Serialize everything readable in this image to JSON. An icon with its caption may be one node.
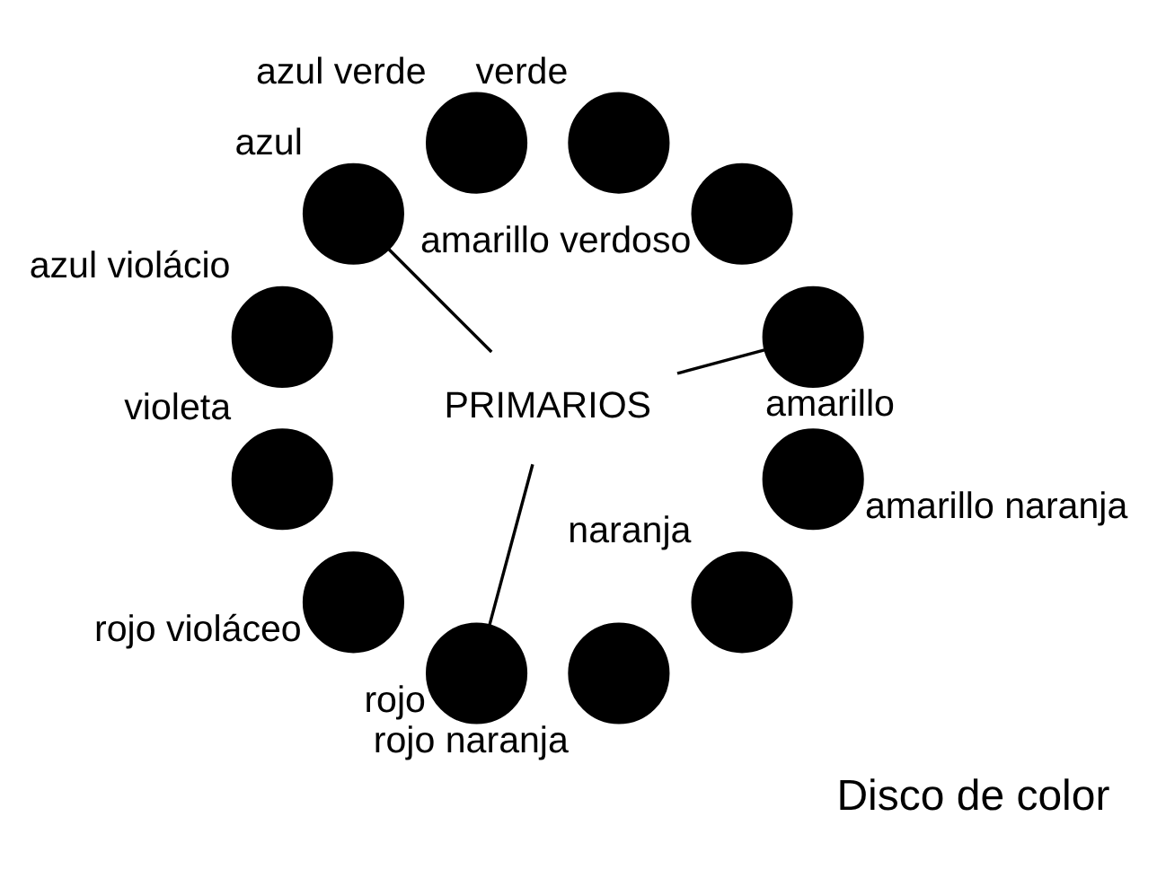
{
  "diagram": {
    "caption": "Disco de color",
    "nodes": [
      {
        "text": [],
        "shape": "circle",
        "beside": [
          "amarillo"
        ]
      },
      {
        "text": [],
        "shape": "circle",
        "beside": [
          "amarillo verdoso"
        ]
      },
      {
        "text": [],
        "shape": "circle",
        "beside": [
          "verde"
        ]
      },
      {
        "text": [],
        "shape": "circle",
        "beside": [
          "azul verde"
        ]
      },
      {
        "text": [],
        "shape": "circle",
        "beside": [
          "azul"
        ]
      },
      {
        "text": [],
        "shape": "circle",
        "beside": [
          "azul violácio"
        ]
      },
      {
        "text": [],
        "shape": "circle",
        "beside": [
          "violeta"
        ]
      },
      {
        "text": [],
        "shape": "circle",
        "beside": [
          "rojo violáceo"
        ]
      },
      {
        "text": [],
        "shape": "circle",
        "beside": [
          "rojo"
        ]
      },
      {
        "text": [],
        "shape": "circle",
        "beside": [
          "rojo naranja"
        ]
      },
      {
        "text": [],
        "shape": "circle",
        "beside": [
          "naranja"
        ]
      },
      {
        "text": [],
        "shape": "circle",
        "beside": [
          "amarillo naranja"
        ]
      },
      {
        "text": [
          "PRIMARIOS"
        ]
      }
    ],
    "edges": [
      {
        "from": 12,
        "to": 0,
        "arrow": "none"
      },
      {
        "from": 12,
        "to": 8,
        "arrow": "none"
      },
      {
        "from": 12,
        "to": 4,
        "arrow": "none"
      }
    ]
  }
}
